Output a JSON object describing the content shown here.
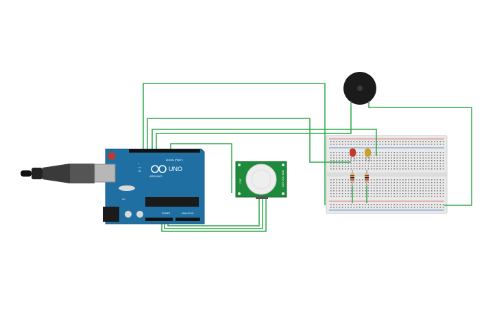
{
  "colors": {
    "wire": "#2ba84a",
    "board": "#1f6fa3",
    "board_dark": "#185a86",
    "breadboard": "#e6e6e6",
    "rail_red": "#d9534f",
    "rail_blue": "#3a6fb5",
    "pir_green": "#1e8a3c",
    "led_red": "#c0392b",
    "led_yellow": "#c9a227",
    "buzzer": "#1b1b1b",
    "usb_cable": "#3a3a3a"
  },
  "arduino": {
    "brand": "ARDUINO",
    "model": "UNO",
    "digital_label": "DIGITAL (PWM~)",
    "power_label": "POWER",
    "analog_label": "ANALOG IN",
    "tx_label": "TX",
    "rx_label": "RX",
    "l_label": "L",
    "on_label": "ON"
  },
  "pir": {
    "left_label": "PIR",
    "right_label": "OUT VCC GND"
  },
  "icons": {
    "usb": "usb-cable-icon",
    "buzzer": "piezo-buzzer-icon",
    "pir": "pir-sensor-icon",
    "led": "led-icon",
    "resistor": "resistor-icon"
  }
}
